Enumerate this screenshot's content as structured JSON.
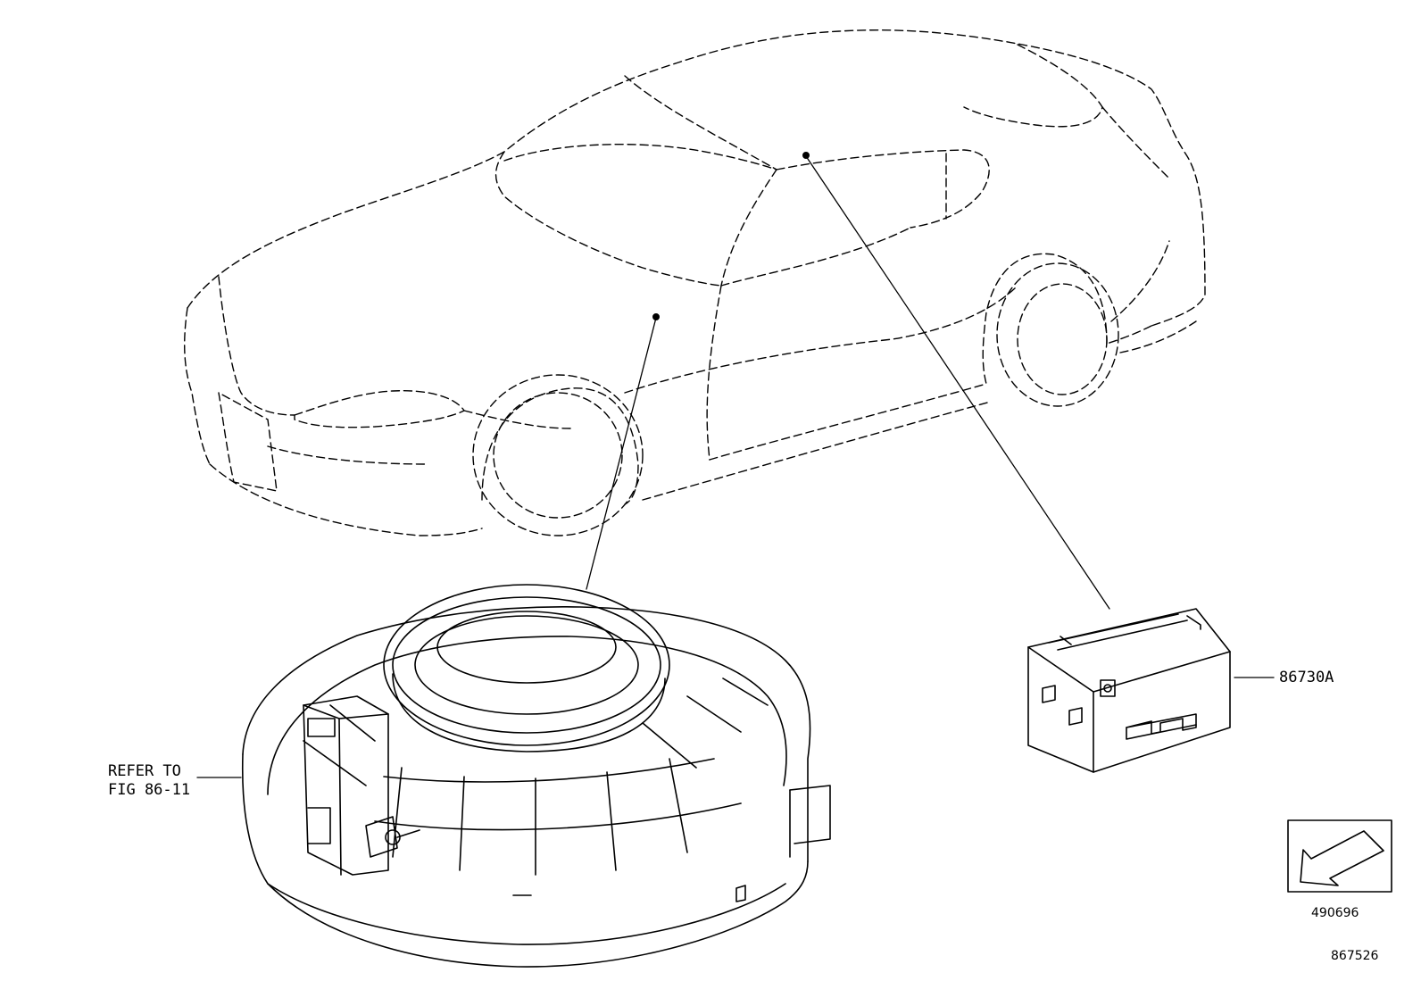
{
  "part_labels": {
    "ecu": "86730A",
    "refer_line1": "REFER TO",
    "refer_line2": "FIG 86-11"
  },
  "codes": {
    "figure_code": "490696",
    "page_code": "867526"
  },
  "icons": {
    "direction": "front-direction-arrow-icon"
  },
  "colors": {
    "line": "#000000",
    "background": "#ffffff"
  }
}
